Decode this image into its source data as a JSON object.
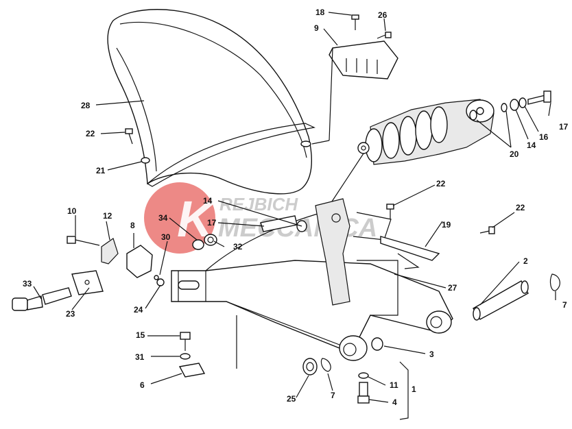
{
  "watermark": {
    "line1": "REJBICH",
    "line2": "MECCANICA",
    "color": "#e23b35"
  },
  "callouts": {
    "c1": "1",
    "c2": "2",
    "c3": "3",
    "c4": "4",
    "c6": "6",
    "c7a": "7",
    "c7b": "7",
    "c8": "8",
    "c9": "9",
    "c10": "10",
    "c11": "11",
    "c12": "12",
    "c14a": "14",
    "c14b": "14",
    "c15": "15",
    "c16": "16",
    "c17a": "17",
    "c17b": "17",
    "c18": "18",
    "c19": "19",
    "c20": "20",
    "c21": "21",
    "c22a": "22",
    "c22b": "22",
    "c22c": "22",
    "c23": "23",
    "c24": "24",
    "c25": "25",
    "c26": "26",
    "c27": "27",
    "c28": "28",
    "c30": "30",
    "c31": "31",
    "c32": "32",
    "c33": "33",
    "c34": "34"
  }
}
